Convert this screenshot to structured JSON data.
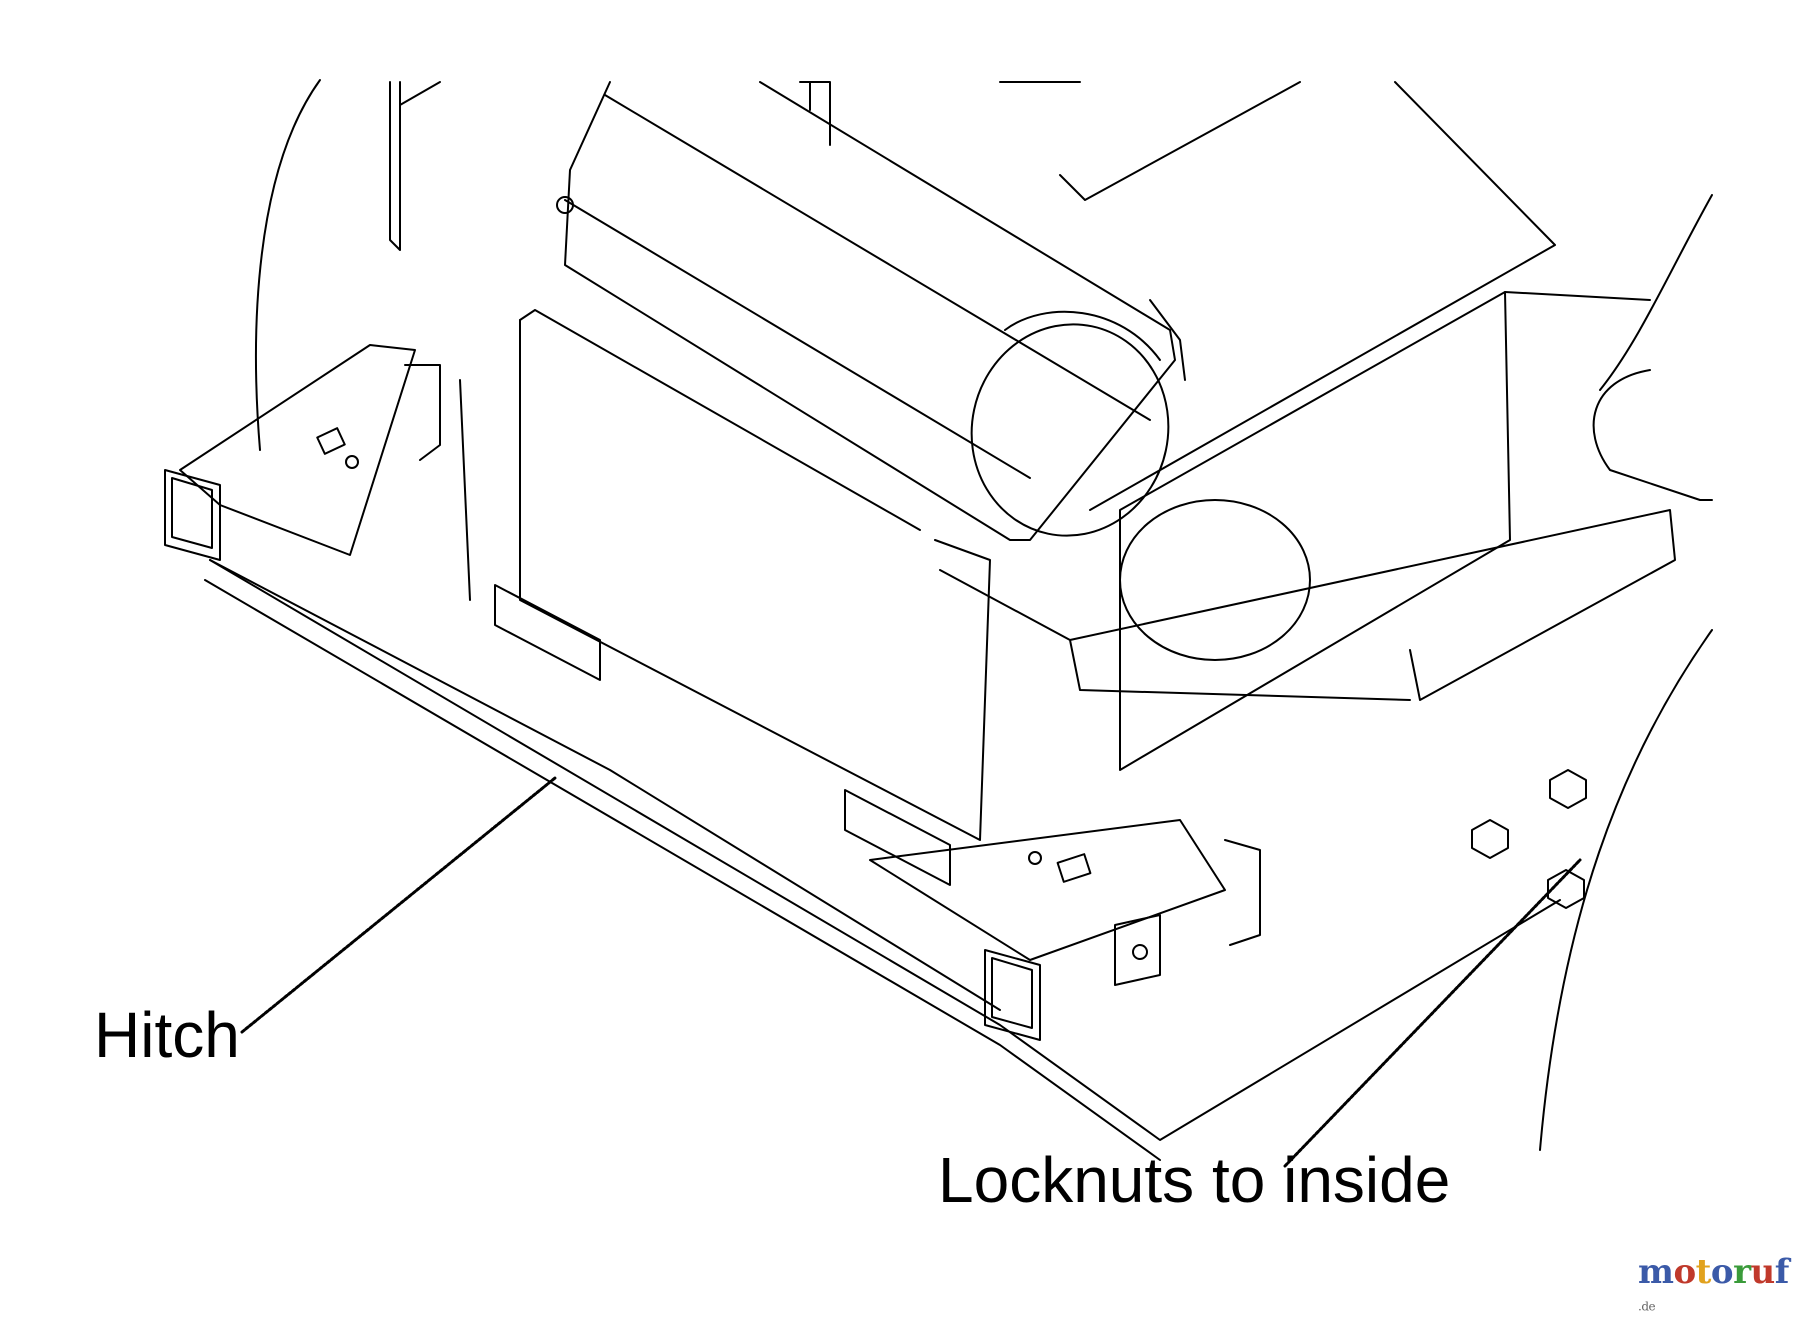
{
  "labels": {
    "hitch": "Hitch",
    "locknuts": "Locknuts to inside"
  },
  "watermark": {
    "letters": [
      "m",
      "o",
      "t",
      "o",
      "r",
      "u",
      "f"
    ],
    "letter_colors": [
      "#3b5aa8",
      "#c0392b",
      "#e1a21e",
      "#3b5aa8",
      "#3a9b3a",
      "#c0392b",
      "#3b5aa8"
    ],
    "suffix": ".de"
  },
  "colors": {
    "line": "#000000",
    "background": "#ffffff"
  }
}
